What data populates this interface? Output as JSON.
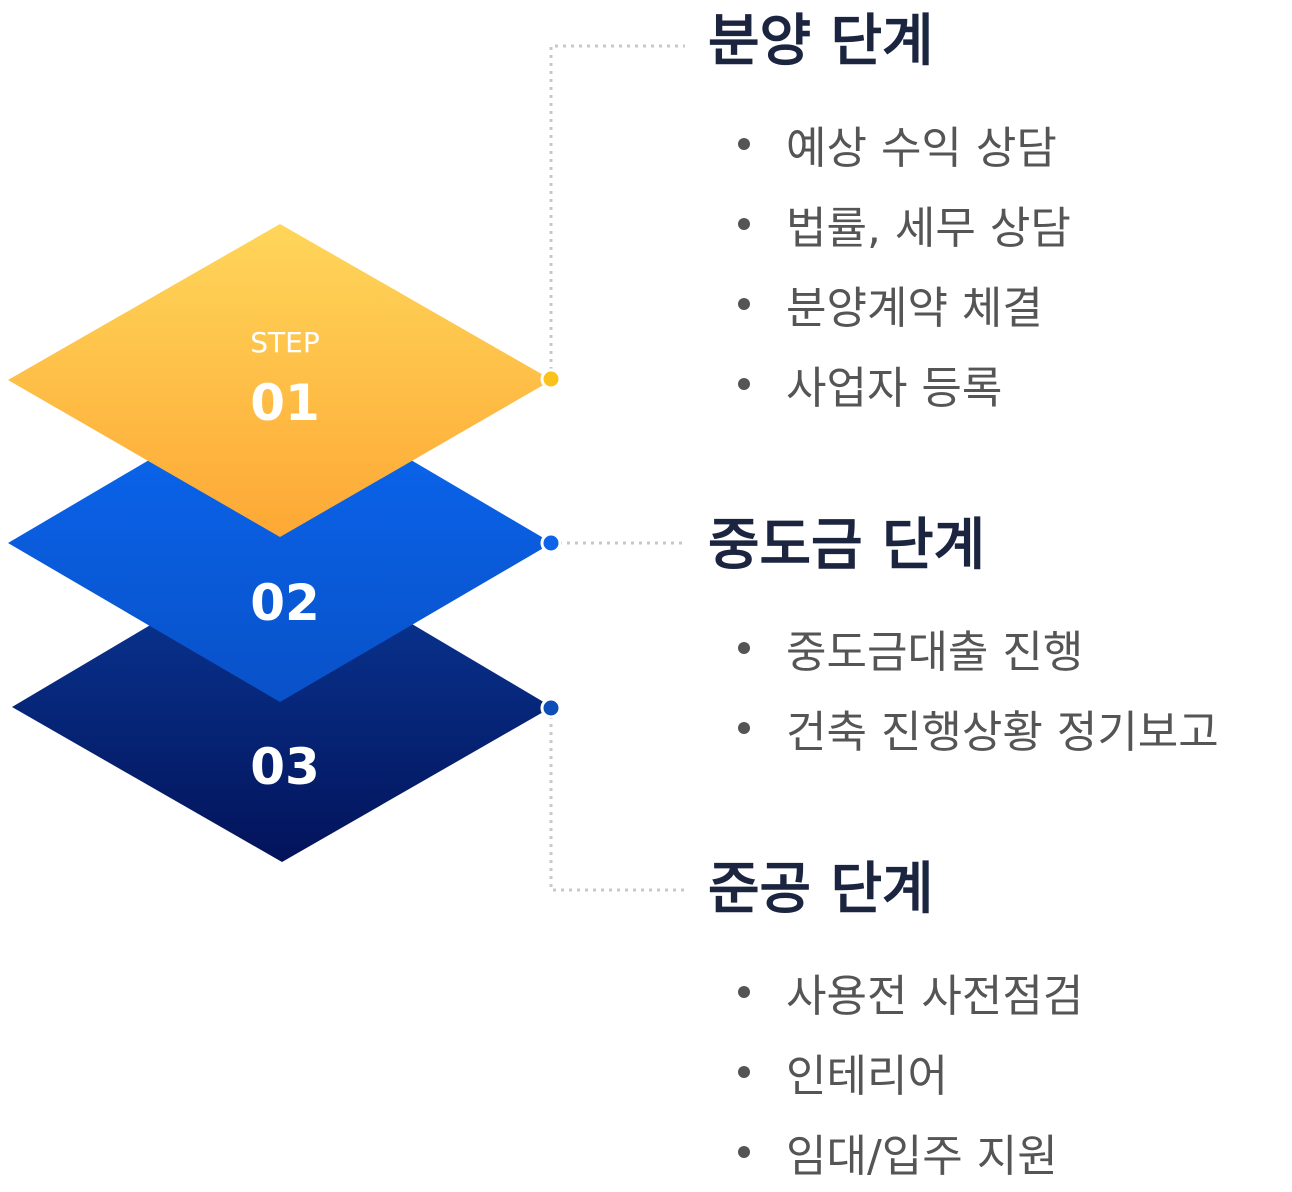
{
  "step_label": "STEP",
  "stages": [
    {
      "number": "01",
      "title": "분양 단계",
      "colors": {
        "top": "#FFD65A",
        "bottom": "#FDA835"
      },
      "dot_color": "#F9C21D",
      "items": [
        "예상 수익 상담",
        "법률, 세무 상담",
        "분양계약 체결",
        "사업자 등록"
      ]
    },
    {
      "number": "02",
      "title": "중도금 단계",
      "colors": {
        "top": "#0A68F2",
        "bottom": "#0951C8"
      },
      "dot_color": "#0E63E8",
      "items": [
        "중도금대출 진행",
        "건축 진행상황 정기보고"
      ]
    },
    {
      "number": "03",
      "title": "준공 단계",
      "colors": {
        "top": "#0A3A9A",
        "bottom": "#03135A"
      },
      "dot_color": "#0D4FB6",
      "items": [
        "사용전 사전점검",
        "인테리어",
        "임대/입주 지원"
      ]
    }
  ],
  "connector_color": "#C8C8C8",
  "number_text_color": "#FFFFFF"
}
